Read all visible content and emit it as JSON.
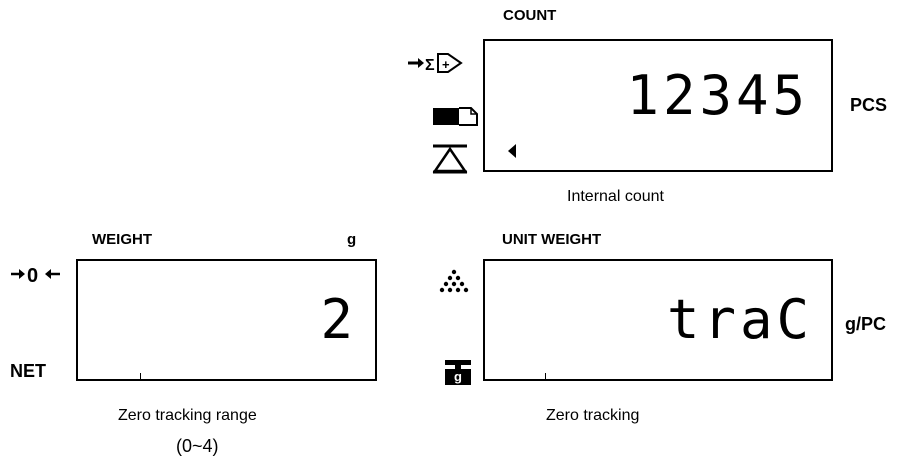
{
  "count_panel": {
    "header": "COUNT",
    "value": "12345",
    "unit": "PCS",
    "caption": "Internal count",
    "icons": [
      "arrow-accumulate-icon",
      "battery-plug-icon",
      "stability-triangle-icon",
      "pointer-left-icon"
    ]
  },
  "weight_panel": {
    "header": "WEIGHT",
    "unit_top": "g",
    "value": "2",
    "zero_label": "→ 0 ←",
    "net_label": "NET",
    "caption": "Zero tracking range",
    "caption_sub": "(0~4)"
  },
  "unit_weight_panel": {
    "header": "UNIT WEIGHT",
    "value": "traC",
    "unit": "g/PC",
    "weight_icon_label": "g",
    "caption": "Zero tracking",
    "icons": [
      "pieces-pyramid-icon",
      "weight-g-icon"
    ]
  }
}
